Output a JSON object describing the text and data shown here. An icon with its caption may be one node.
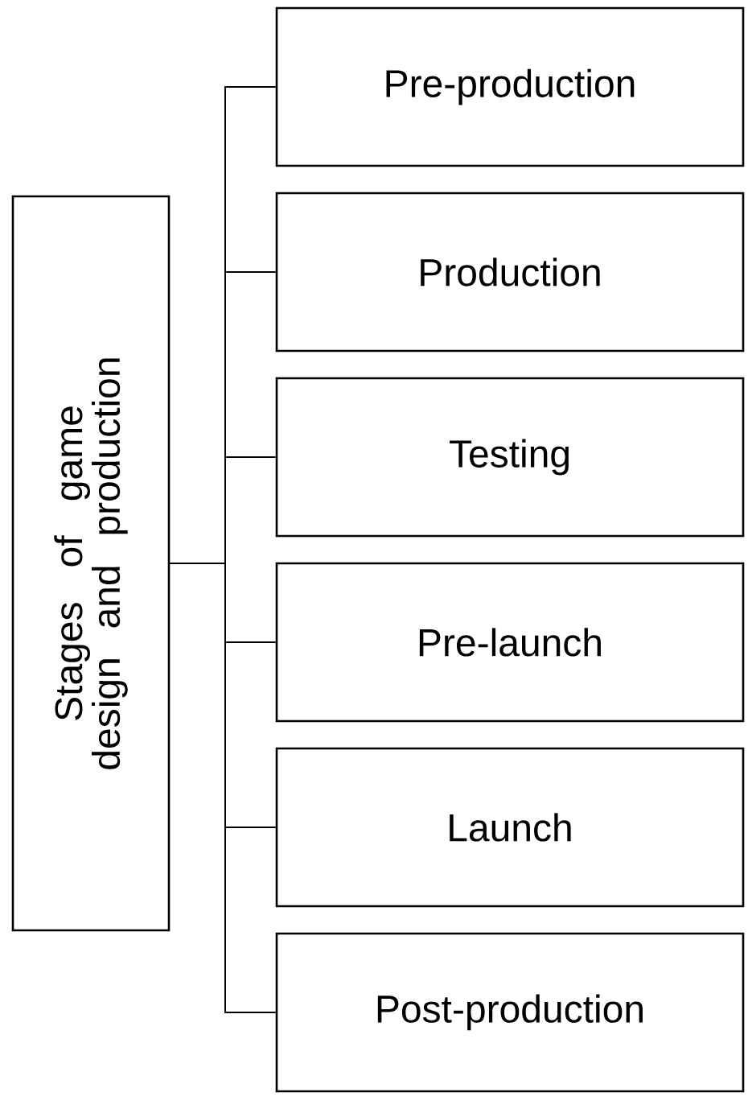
{
  "diagram": {
    "nodes": [
      {
        "text": [
          "Stages of game design and production"
        ]
      },
      {
        "text": [
          "Pre-production"
        ]
      },
      {
        "text": [
          "Production"
        ]
      },
      {
        "text": [
          "Testing"
        ]
      },
      {
        "text": [
          "Pre-launch"
        ]
      },
      {
        "text": [
          "Launch"
        ]
      },
      {
        "text": [
          "Post-production"
        ]
      }
    ],
    "edges": [
      {
        "from": 0,
        "to": 1,
        "arrow": "none"
      },
      {
        "from": 0,
        "to": 2,
        "arrow": "none"
      },
      {
        "from": 0,
        "to": 3,
        "arrow": "none"
      },
      {
        "from": 0,
        "to": 4,
        "arrow": "none"
      },
      {
        "from": 0,
        "to": 5,
        "arrow": "none"
      },
      {
        "from": 0,
        "to": 6,
        "arrow": "none"
      }
    ]
  }
}
